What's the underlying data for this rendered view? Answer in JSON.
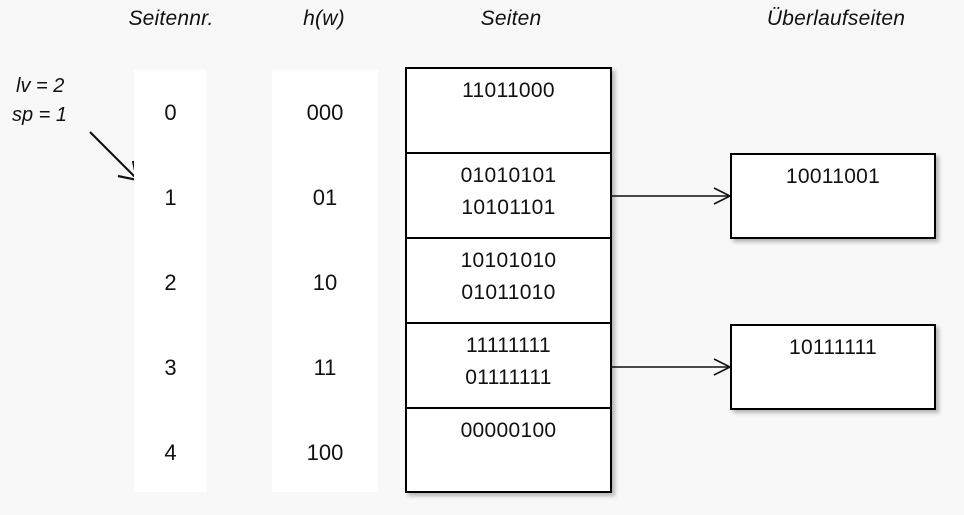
{
  "headers": {
    "seitennr": "Seitennr.",
    "hw": "h(w)",
    "seiten": "Seiten",
    "ueberlaufseiten": "Überlaufseiten"
  },
  "params": {
    "lv": "lv = 2",
    "sp": "sp = 1",
    "pointer_icon": "diagonal-arrow-icon"
  },
  "rows": [
    {
      "seitennr": "0",
      "hw": "000",
      "seiten": [
        "11011000"
      ],
      "overflow": null
    },
    {
      "seitennr": "1",
      "hw": "01",
      "seiten": [
        "01010101",
        "10101101"
      ],
      "overflow": "10011001"
    },
    {
      "seitennr": "2",
      "hw": "10",
      "seiten": [
        "10101010",
        "01011010"
      ],
      "overflow": null
    },
    {
      "seitennr": "3",
      "hw": "11",
      "seiten": [
        "11111111",
        "01111111"
      ],
      "overflow": "10111111"
    },
    {
      "seitennr": "4",
      "hw": "100",
      "seiten": [
        "00000100"
      ],
      "overflow": null
    }
  ],
  "overflow_pages": [
    {
      "value": "10011001",
      "from_row": 1
    },
    {
      "value": "10111111",
      "from_row": 3
    }
  ],
  "connectors": [
    {
      "icon": "arrow-right-icon",
      "from_row": 1
    },
    {
      "icon": "arrow-right-icon",
      "from_row": 3
    }
  ],
  "colors": {
    "background": "#f8f8f8",
    "panel": "#ffffff",
    "line": "#000000",
    "text": "#111111"
  }
}
